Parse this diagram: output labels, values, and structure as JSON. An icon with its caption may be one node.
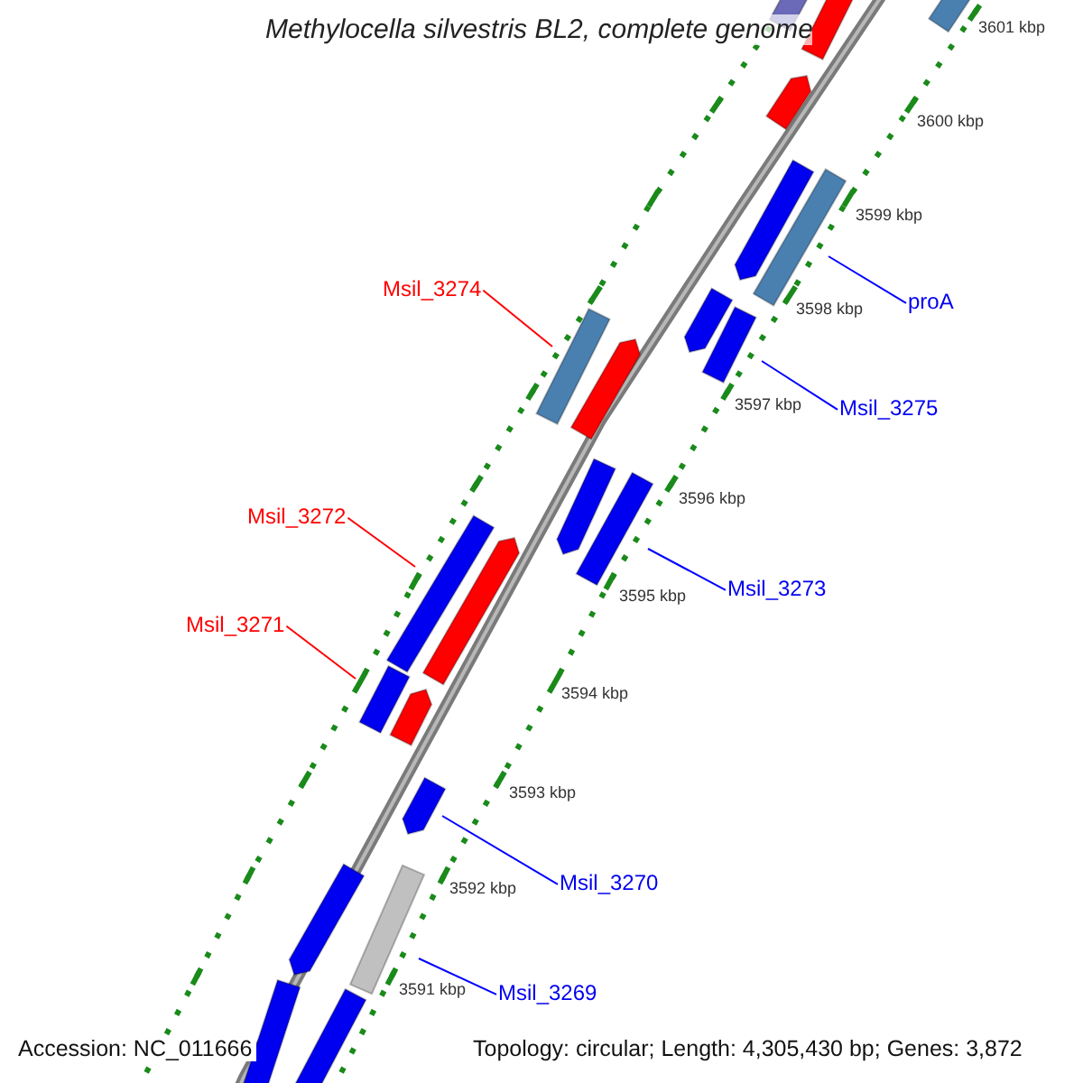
{
  "diagram": {
    "title": "Methylocella silvestris BL2, complete genome",
    "nodes": [
      {
        "text": [
          "Msil_3274"
        ]
      },
      {
        "text": [],
        "shape": "bar"
      },
      {
        "text": [
          "proA"
        ]
      },
      {
        "text": [],
        "shape": "bar"
      },
      {
        "text": [
          "Msil_3275"
        ]
      },
      {
        "text": [],
        "shape": "bar"
      },
      {
        "text": [
          "Msil_3272"
        ]
      },
      {
        "text": [],
        "shape": "bar"
      },
      {
        "text": [
          "Msil_3273"
        ]
      },
      {
        "text": [],
        "shape": "bar"
      },
      {
        "text": [
          "Msil_3271"
        ]
      },
      {
        "text": [],
        "shape": "bar"
      },
      {
        "text": [
          "Msil_3270"
        ]
      },
      {
        "text": [],
        "shape": "arrow"
      },
      {
        "text": [
          "Msil_3269"
        ]
      },
      {
        "text": [],
        "shape": "bar"
      },
      {
        "text": [],
        "shape": "bar"
      },
      {
        "text": [],
        "shape": "bar"
      },
      {
        "text": [],
        "shape": "arrow"
      },
      {
        "text": [],
        "shape": "arrow"
      },
      {
        "text": [],
        "shape": "arrow"
      },
      {
        "text": [],
        "shape": "arrow"
      },
      {
        "text": [],
        "shape": "arrow"
      },
      {
        "text": [],
        "shape": "arrow"
      },
      {
        "text": [],
        "shape": "arrow"
      },
      {
        "text": [],
        "shape": "arrow"
      },
      {
        "text": [],
        "shape": "arrow"
      },
      {
        "text": [],
        "shape": "bar"
      },
      {
        "text": [],
        "shape": "bar"
      }
    ],
    "edges": [
      {
        "from": 0,
        "to": 1,
        "arrow": "none",
        "color": "#ff0000"
      },
      {
        "from": 2,
        "to": 3,
        "arrow": "none"
      },
      {
        "from": 4,
        "to": 5,
        "arrow": "none"
      },
      {
        "from": 6,
        "to": 7,
        "arrow": "none",
        "color": "#ff0000"
      },
      {
        "from": 8,
        "to": 9,
        "arrow": "none"
      },
      {
        "from": 10,
        "to": 11,
        "arrow": "none",
        "color": "#ff0000"
      },
      {
        "from": 12,
        "to": 13,
        "arrow": "none"
      },
      {
        "from": 14,
        "to": 15,
        "arrow": "none"
      }
    ],
    "labels": [
      "3601 kbp",
      "3600 kbp",
      "3599 kbp",
      "3598 kbp",
      "3597 kbp",
      "3596 kbp",
      "3595 kbp",
      "3594 kbp",
      "3593 kbp",
      "3592 kbp",
      "3591 kbp",
      "Accession: NC_011666",
      "Topology: circular; Length: 4,305,430 bp; Genes: 3,872"
    ]
  }
}
